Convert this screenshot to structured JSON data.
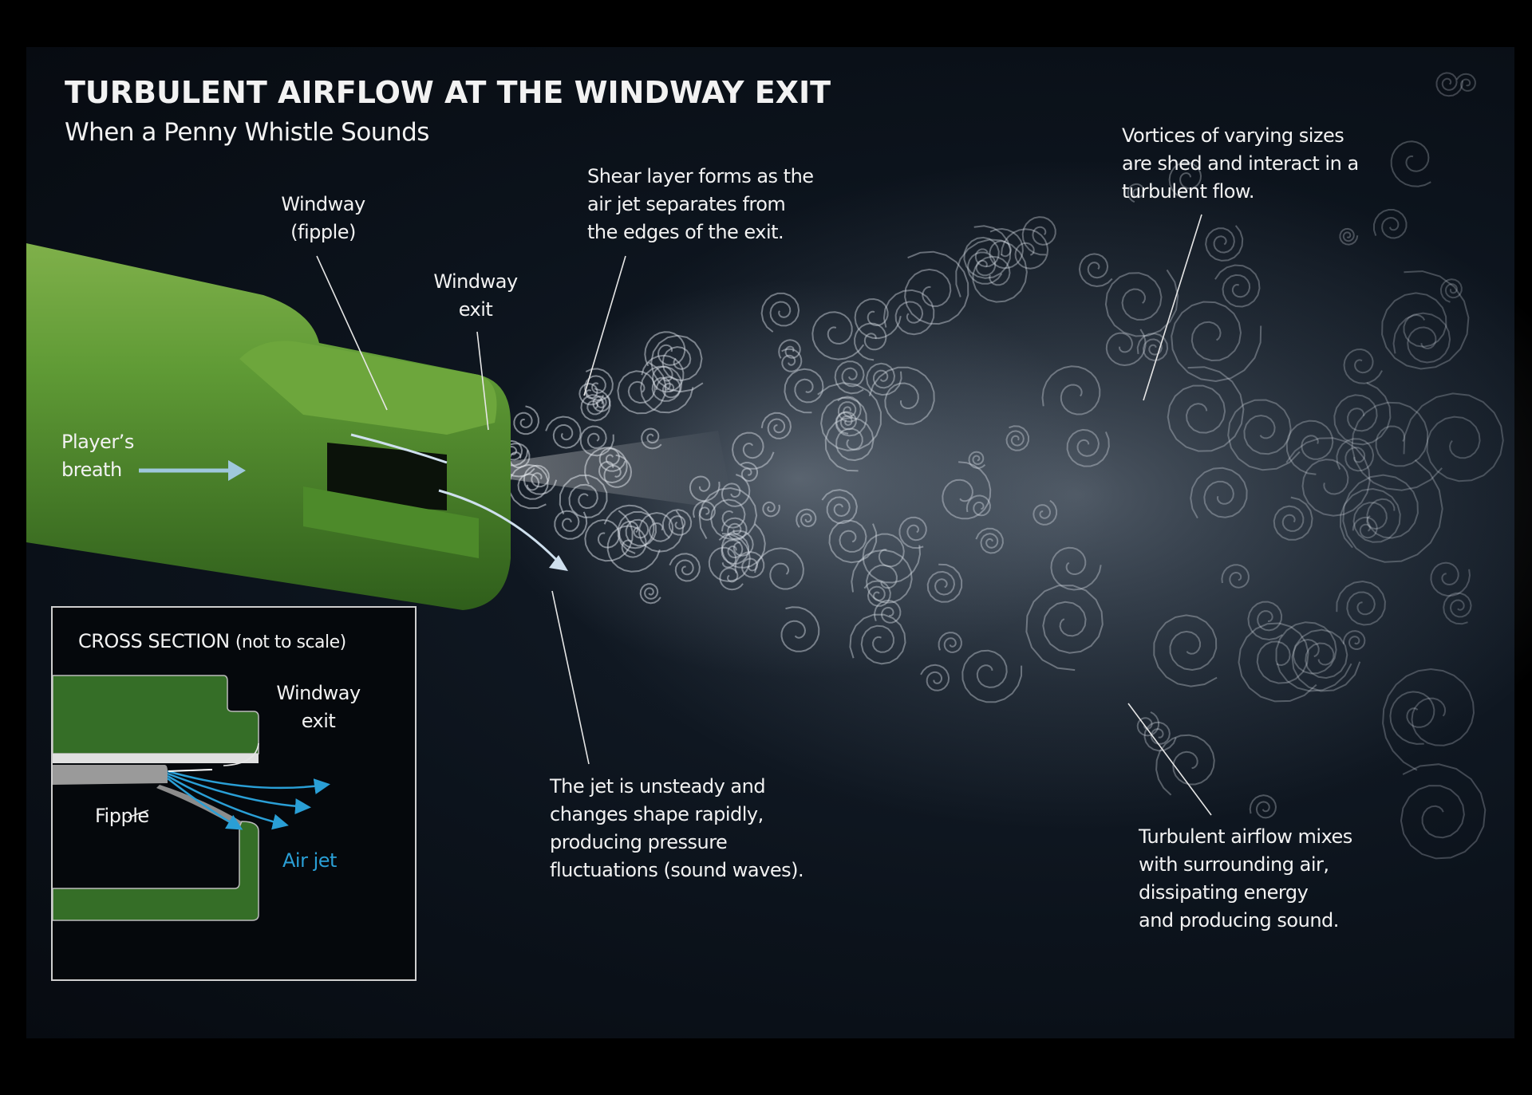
{
  "title": "TURBULENT AIRFLOW AT THE WINDWAY EXIT",
  "subtitle": "When a Penny Whistle Sounds",
  "labels": {
    "windway_fipple": [
      "Windway",
      "(fipple)"
    ],
    "windway_exit": [
      "Windway",
      "exit"
    ],
    "shear_layer": [
      "Shear layer forms as the",
      "air jet separates from",
      "the edges of the exit."
    ],
    "vortices": [
      "Vortices of varying sizes",
      "are shed and interact in a",
      "turbulent flow."
    ],
    "players_breath": [
      "Player’s",
      "breath"
    ],
    "jet_unsteady": [
      "The jet is unsteady and",
      "changes shape rapidly,",
      "producing pressure",
      "fluctuations (sound waves)."
    ],
    "turbulent_mixing": [
      "Turbulent airflow mixes",
      "with surrounding air,",
      "dissipating energy",
      "and producing sound."
    ]
  },
  "cross_section": {
    "title": "CROSS SECTION",
    "title_note": "(not to scale)",
    "windway_exit": [
      "Windway",
      "exit"
    ],
    "fipple": "Fipple",
    "air_jet": "Air jet"
  },
  "colors": {
    "whistle_green": "#5f9a35",
    "section_green": "#356e27",
    "air_jet_blue": "#2a9fd6",
    "arrow": "#9fc8dc"
  }
}
